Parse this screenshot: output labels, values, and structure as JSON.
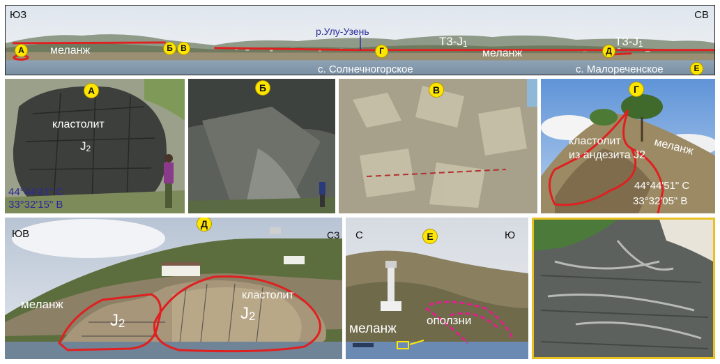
{
  "panorama": {
    "dir_left": "ЮЗ",
    "dir_right": "СВ",
    "river": "р.Улу-Узень",
    "melange_1": "меланж",
    "melange_2": "меланж",
    "age_1_main": "T3-J",
    "age_1_sub": "1",
    "age_2_main": "T3-J",
    "age_2_sub": "1",
    "village_1": "с. Солнечногорское",
    "village_2": "с. Малореченское",
    "points": [
      "А",
      "Б",
      "В",
      "Г",
      "Д",
      "Е"
    ]
  },
  "photo_a": {
    "badge": "А",
    "rock": "кластолит",
    "age_main": "J",
    "age_sub": "2",
    "lat": "44°44'41\" С",
    "lon": "33°32'15\" В"
  },
  "photo_b": {
    "badge": "Б"
  },
  "photo_v": {
    "badge": "В"
  },
  "photo_g": {
    "badge": "Г",
    "rock_line1": "кластолит",
    "rock_line2": "из андезита J2",
    "melange": "меланж",
    "lat": "44°44'51\" С",
    "lon": "33°32'05\" В"
  },
  "photo_d": {
    "badge": "Д",
    "dir_left": "ЮВ",
    "dir_right": "СЗ",
    "melange": "меланж",
    "age_left_main": "J",
    "age_left_sub": "2",
    "rock": "кластолит",
    "age_right_main": "J",
    "age_right_sub": "2"
  },
  "photo_e": {
    "badge": "Е",
    "dir_left": "С",
    "dir_right": "Ю",
    "melange": "меланж",
    "landslides": "оползни"
  },
  "colors": {
    "contact_line": "#e02020",
    "landslide_line": "#e0208a",
    "badge": "#ffe600",
    "zoom_frame": "#e8c020"
  }
}
